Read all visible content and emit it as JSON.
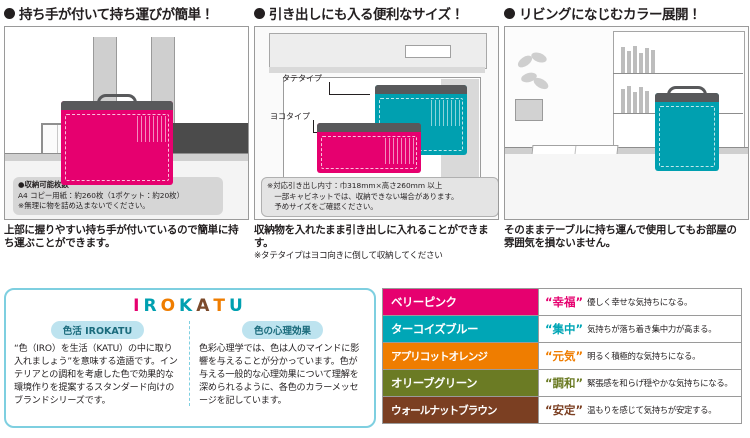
{
  "panels": [
    {
      "heading": "持ち手が付いて持ち運びが簡単！",
      "note": {
        "line1": "●収納可能枚数",
        "line2": "A4 コピー用紙：約260枚（1ポケット：約20枚）",
        "line3": "※無理に物を詰め込まないでください。"
      },
      "caption": "上部に握りやすい持ち手が付いているので簡単に持ち運ぶことができます。",
      "caption_small": ""
    },
    {
      "heading": "引き出しにも入る便利なサイズ！",
      "note": {
        "line1": "※対応引き出し内寸：巾318mm×高さ260mm 以上",
        "line2": "　一部キャビネットでは、収納できない場合があります。",
        "line3": "　予めサイズをご確認ください。"
      },
      "caption": "収納物を入れたまま引き出しに入れることができます。",
      "caption_small": "※タテタイプはヨコ向きに倒して収納してください",
      "label_tate": "タテタイプ",
      "label_yoko": "ヨコタイプ"
    },
    {
      "heading": "リビングになじむカラー展開！",
      "note": null,
      "caption": "そのままテーブルに持ち運んで使用してもお部屋の雰囲気を損ないません。",
      "caption_small": ""
    }
  ],
  "brand": {
    "logo_letters": [
      {
        "ch": "I",
        "color": "#e6006f"
      },
      {
        "ch": "R",
        "color": "#00a0b0"
      },
      {
        "ch": "O",
        "color": "#ef7d00"
      },
      {
        "ch": "K",
        "color": "#00a0b0"
      },
      {
        "ch": "A",
        "color": "#7b4a2b"
      },
      {
        "ch": "T",
        "color": "#ef7d00"
      },
      {
        "ch": "U",
        "color": "#00a0b0"
      }
    ],
    "left": {
      "pill": "色活 IROKATU",
      "body": "“色（IRO）を生活（KATU）の中に取り入れましょう”を意味する造語です。インテリアとの調和を考慮した色で効果的な環境作りを提案するスタンダード向けのブランドシリーズです。"
    },
    "right": {
      "pill": "色の心理効果",
      "body": "色彩心理学では、色は人のマインドに影響を与えることが分かっています。色が与える一般的な心理効果について理解を深められるように、各色のカラーメッセージを記しています。"
    }
  },
  "color_table": [
    {
      "name": "ベリーピンク",
      "swatch": "#e6006f",
      "keyword": "“幸福”",
      "keyword_color": "#e6006f",
      "desc": "優しく幸せな気持ちになる。"
    },
    {
      "name": "ターコイズブルー",
      "swatch": "#00a6b6",
      "keyword": "“集中”",
      "keyword_color": "#00a6b6",
      "desc": "気持ちが落ち着き集中力が高まる。"
    },
    {
      "name": "アプリコットオレンジ",
      "swatch": "#ef7d00",
      "keyword": "“元気”",
      "keyword_color": "#ef7d00",
      "desc": "明るく積極的な気持ちになる。"
    },
    {
      "name": "オリーブグリーン",
      "swatch": "#6b7b24",
      "keyword": "“調和”",
      "keyword_color": "#6b7b24",
      "desc": "緊張感を和らげ穏やかな気持ちになる。"
    },
    {
      "name": "ウォールナットブラウン",
      "swatch": "#7b3f22",
      "keyword": "“安定”",
      "keyword_color": "#7b3f22",
      "desc": "温もりを感じて気持ちが安定する。"
    }
  ]
}
